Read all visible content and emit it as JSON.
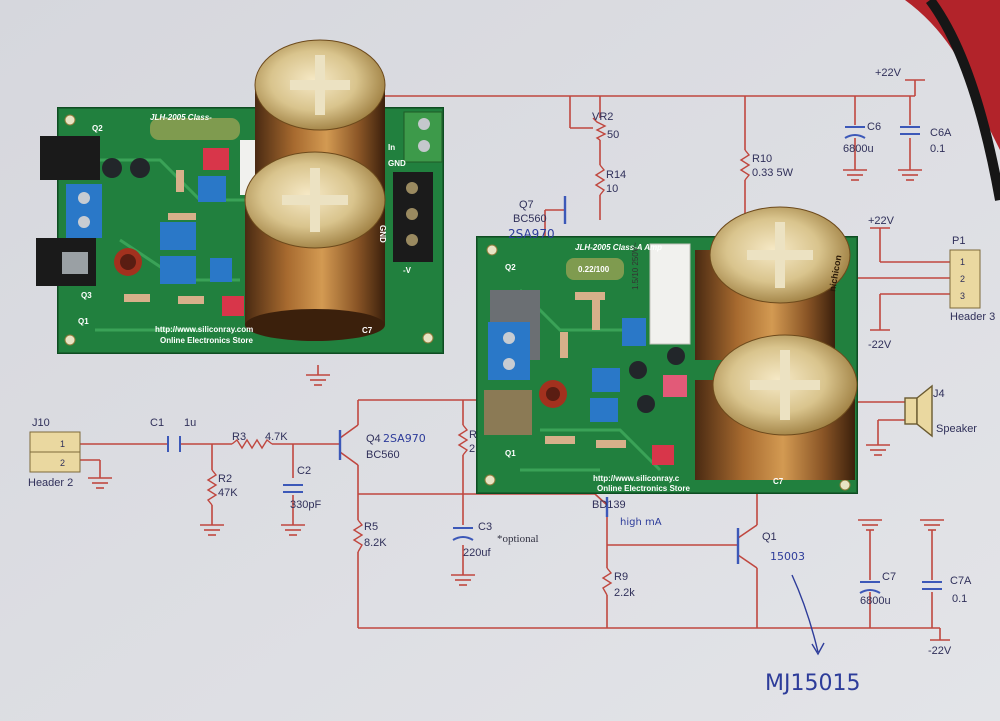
{
  "colors": {
    "paper": "#dcdde2",
    "wire": "#c0473f",
    "pcb_green": "#1d7a3a",
    "capacitor_gold": "#b0743a",
    "ink_blue": "#2d3c9a",
    "header_fill": "#ead8a0"
  },
  "schematic": {
    "connectors": {
      "j10": {
        "ref": "J10",
        "name": "Header 2",
        "pin1": "1",
        "pin2": "2"
      },
      "p1": {
        "ref": "P1",
        "name": "Header 3",
        "pin1": "1",
        "pin2": "2",
        "pin3": "3"
      },
      "speaker": {
        "ref": "J4",
        "name": "Speaker"
      }
    },
    "rails": {
      "pos_top": "+22V",
      "pos_p1": "+22V",
      "neg_p1": "-22V",
      "neg_bottom": "-22V"
    },
    "components": {
      "c1": {
        "ref": "C1",
        "value": "1u"
      },
      "r3": {
        "ref": "R3",
        "value": "4.7K"
      },
      "r2": {
        "ref": "R2",
        "value": "47K"
      },
      "c2": {
        "ref": "C2",
        "value": "330pF"
      },
      "q4": {
        "ref": "Q4",
        "value": "BC560"
      },
      "r5": {
        "ref": "R5",
        "value": "8.2K"
      },
      "r1": {
        "ref": "R",
        "value": "2"
      },
      "c3": {
        "ref": "C3",
        "value": "220uf"
      },
      "vr2": {
        "ref": "VR2",
        "value": "50"
      },
      "r14": {
        "ref": "R14",
        "value": "10"
      },
      "q7": {
        "ref": "Q7",
        "value": "BC560"
      },
      "r10": {
        "ref": "R10",
        "value": "0.33 5W"
      },
      "c6": {
        "ref": "C6",
        "value": "6800u"
      },
      "c6a": {
        "ref": "C6A",
        "value": "0.1"
      },
      "bd139": {
        "value": "BD139"
      },
      "q1": {
        "ref": "Q1"
      },
      "r9": {
        "ref": "R9",
        "value": "2.2k"
      },
      "c7": {
        "ref": "C7",
        "value": "6800u"
      },
      "c7a": {
        "ref": "C7A",
        "value": "0.1"
      }
    },
    "annotations": {
      "optional": "*optional"
    },
    "handwriting": {
      "q4_sub": "2SA970",
      "q7_sub": "2SA970",
      "bd139_note": "high mA",
      "q1_sub": "15003",
      "q1_replace": "MJ15015"
    }
  },
  "pcb_left": {
    "title": "JLH-2005 Class-",
    "url": "http://www.siliconray.com",
    "store": "Online Electronics Store",
    "labels": {
      "in": "In",
      "gnd": "GND",
      "gnd2": "GND",
      "minus_v": "-V",
      "q1": "Q1",
      "q2": "Q2",
      "q3": "Q3",
      "c7": "C7"
    }
  },
  "pcb_right": {
    "title": "JLH-2005 Class-A Amp",
    "url": "http://www.siliconray.c",
    "store": "Online Electronics Store",
    "film_cap": "1.5/10 250V~",
    "cap_brand": "nichicon",
    "labels": {
      "q2": "Q2",
      "q1": "Q1",
      "c7": "C7",
      "film": "0.22/100"
    }
  }
}
